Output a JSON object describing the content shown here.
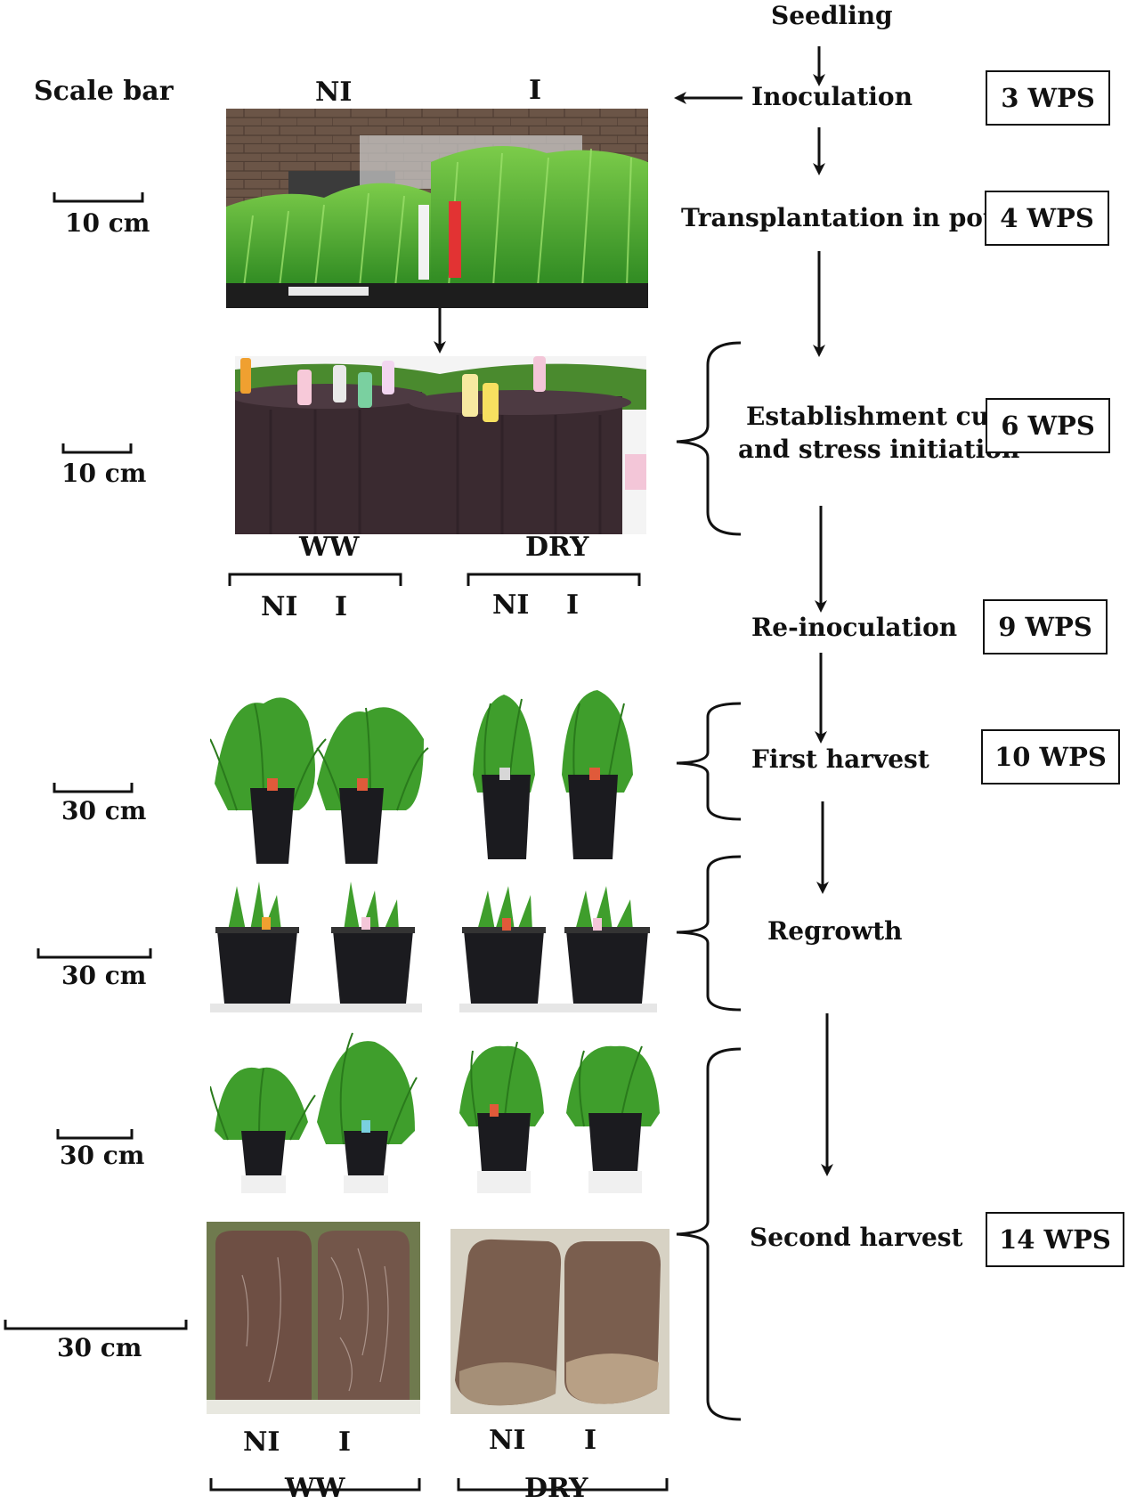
{
  "scale_title": "Scale bar",
  "scale_labels": [
    "10 cm",
    "10 cm",
    "30 cm",
    "30 cm",
    "30 cm",
    "30 cm"
  ],
  "photo1_labels": {
    "ni": "NI",
    "i": "I"
  },
  "group_labels": {
    "mid_ww": "WW",
    "mid_dry": "DRY",
    "mid_ww_ni": "NI",
    "mid_ww_i": "I",
    "mid_dry_ni": "NI",
    "mid_dry_i": "I",
    "bottom_ww_ni": "NI",
    "bottom_ww_i": "I",
    "bottom_dry_ni": "NI",
    "bottom_dry_i": "I",
    "bottom_ww": "WW",
    "bottom_dry": "DRY"
  },
  "steps": {
    "seedling": "Seedling",
    "inoculation": "Inoculation",
    "transplantation": "Transplantation in pots",
    "establishment_1": "Establishment cut",
    "establishment_2": "and stress initiation",
    "reinoculation": "Re-inoculation",
    "first_harvest": "First harvest",
    "regrowth": "Regrowth",
    "second_harvest": "Second harvest"
  },
  "timepoints": [
    "3 WPS",
    "4 WPS",
    "6 WPS",
    "9 WPS",
    "10 WPS",
    "14 WPS"
  ],
  "colors": {
    "grass": "#3f9e2c",
    "grass_dark": "#2a7a1c",
    "pot": "#1b1b1f",
    "pot_brown": "#3a2a30",
    "soil": "#6e4f44",
    "soil_dry": "#a58f77",
    "brick": "#6b5547"
  }
}
